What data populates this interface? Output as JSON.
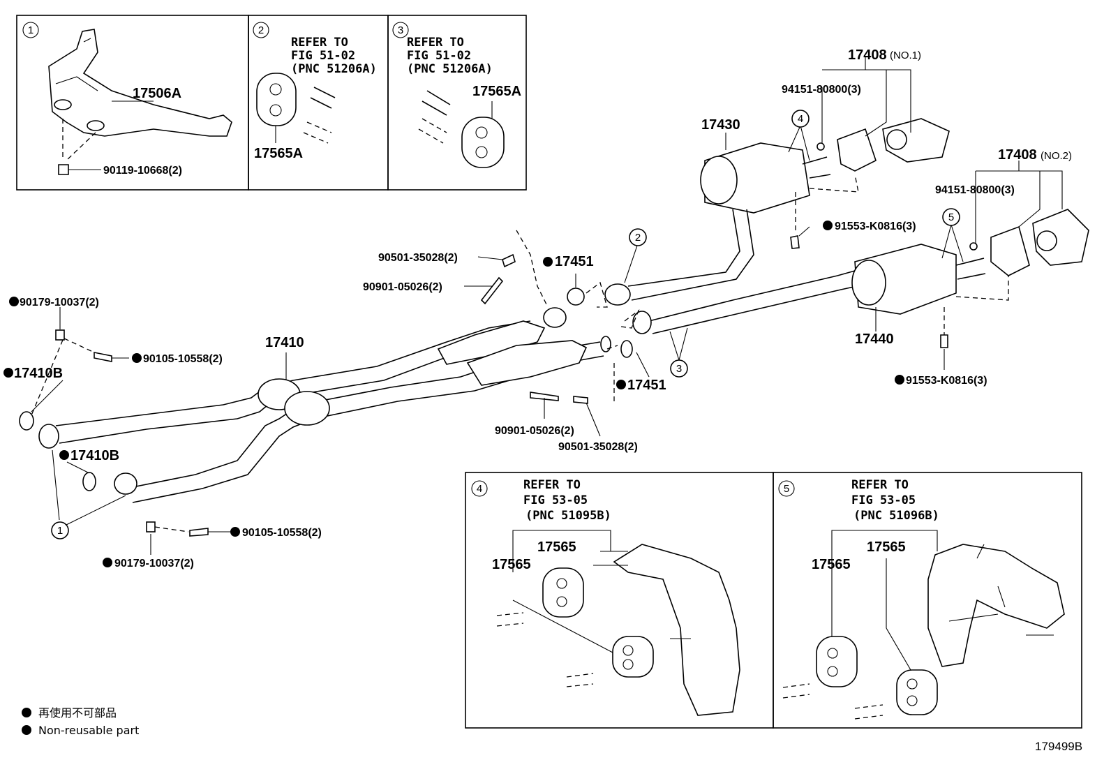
{
  "figure_id": "179499B",
  "legend": {
    "items": [
      {
        "text": "再使用不可部品"
      },
      {
        "text": "Non-reusable part"
      }
    ]
  },
  "insets": [
    {
      "num": "1",
      "labels": [
        "17506A",
        "90119-10668(2)"
      ]
    },
    {
      "num": "2",
      "refer": [
        "REFER TO",
        "FIG 51-02",
        "(PNC 51206A)"
      ],
      "labels": [
        "17565A"
      ]
    },
    {
      "num": "3",
      "refer": [
        "REFER TO",
        "FIG 51-02",
        "(PNC 51206A)"
      ],
      "labels": [
        "17565A"
      ]
    },
    {
      "num": "4",
      "refer": [
        "REFER TO",
        "FIG 53-05",
        "(PNC 51095B)"
      ],
      "labels": [
        "17565",
        "17565"
      ]
    },
    {
      "num": "5",
      "refer": [
        "REFER TO",
        "FIG 53-05",
        "(PNC 51096B)"
      ],
      "labels": [
        "17565",
        "17565"
      ]
    }
  ],
  "main_labels": {
    "p17408_1": "17408",
    "p17408_1_note": "(NO.1)",
    "p17408_2": "17408",
    "p17408_2_note": "(NO.2)",
    "p94151_a": "94151-80800(3)",
    "p94151_b": "94151-80800(3)",
    "p17430": "17430",
    "p91553_a": "91553-K0816(3)",
    "p91553_b": "91553-K0816(3)",
    "p17440": "17440",
    "p90501_a": "90501-35028(2)",
    "p90901_a": "90901-05026(2)",
    "p17451_a": "17451",
    "p17451_b": "17451",
    "p90901_b": "90901-05026(2)",
    "p90501_b": "90501-35028(2)",
    "p90179_a": "90179-10037(2)",
    "p90105_a": "90105-10558(2)",
    "p17410B_a": "17410B",
    "p17410": "17410",
    "p17410B_b": "17410B",
    "p90105_b": "90105-10558(2)",
    "p90179_b": "90179-10037(2)"
  },
  "callouts": [
    "1",
    "2",
    "3",
    "4",
    "5"
  ]
}
